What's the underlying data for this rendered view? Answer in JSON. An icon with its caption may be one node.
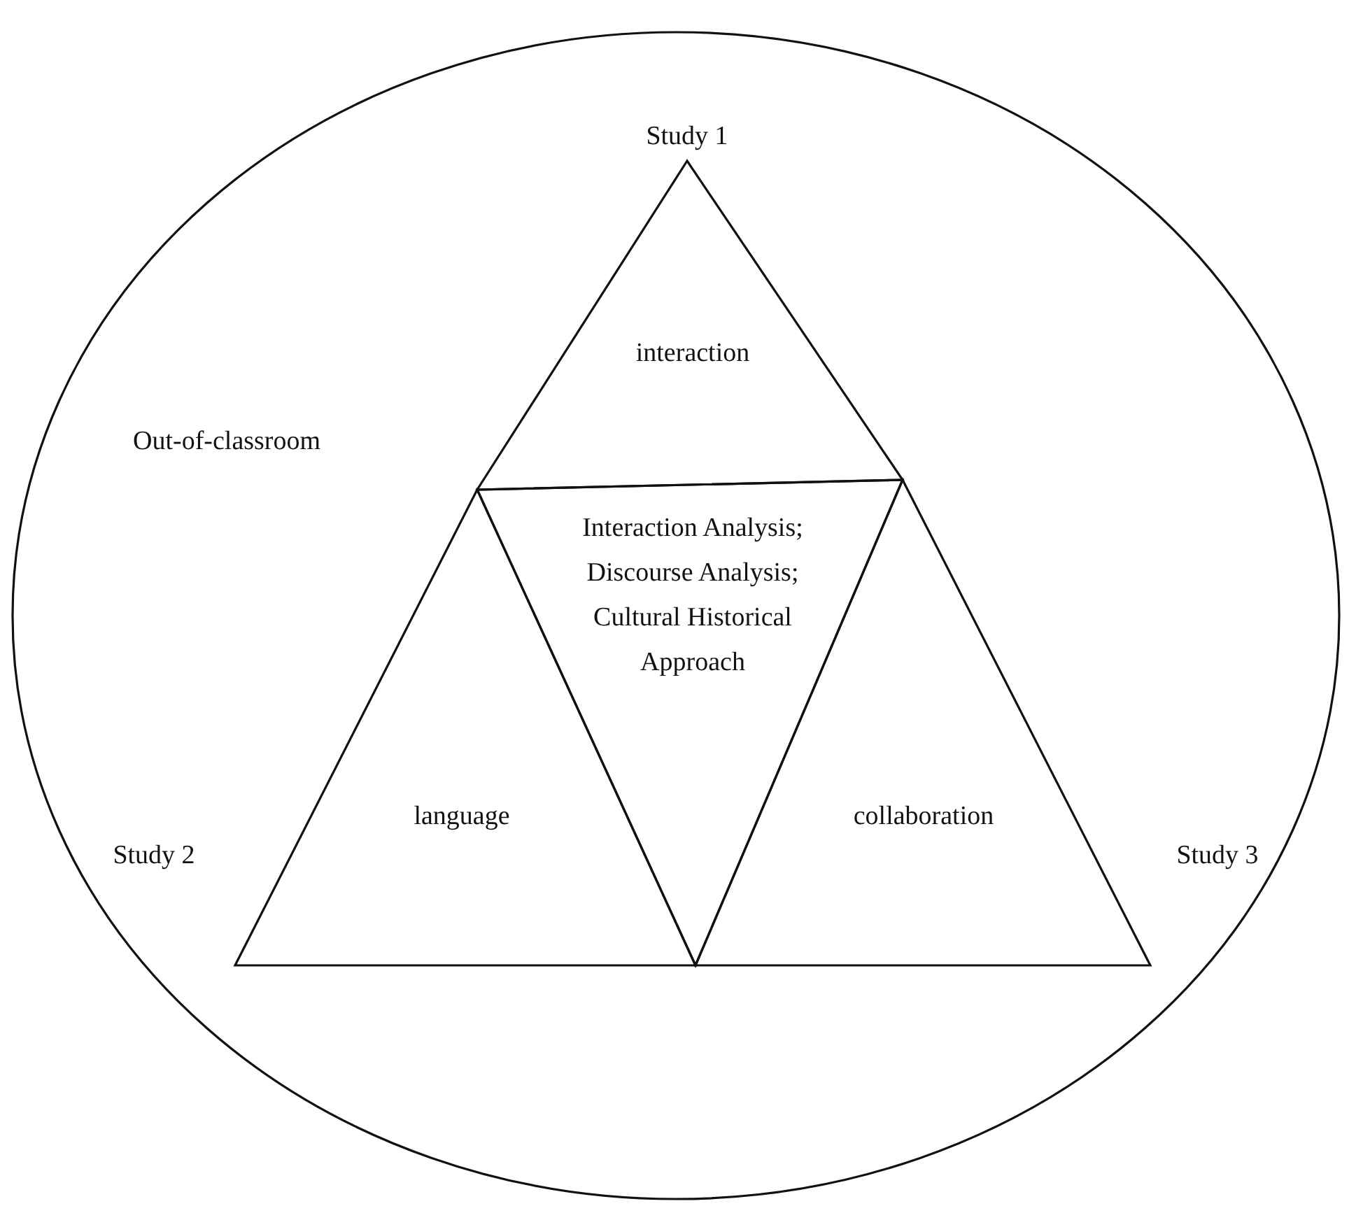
{
  "diagram": {
    "nodes": [
      {
        "text": [
          "Out-of-classroom"
        ]
      },
      {
        "text": [
          "interaction"
        ],
        "beside": [
          "Study 1"
        ],
        "in": 0
      },
      {
        "text": [
          "Interaction Analysis; Discourse Analysis; Cultural Historical Approach"
        ],
        "in": 0
      },
      {
        "text": [
          "language"
        ],
        "beside": [
          "Study 2"
        ],
        "in": 0
      },
      {
        "text": [
          "collaboration"
        ],
        "beside": [
          "Study 3"
        ],
        "in": 0
      }
    ],
    "edges": []
  }
}
